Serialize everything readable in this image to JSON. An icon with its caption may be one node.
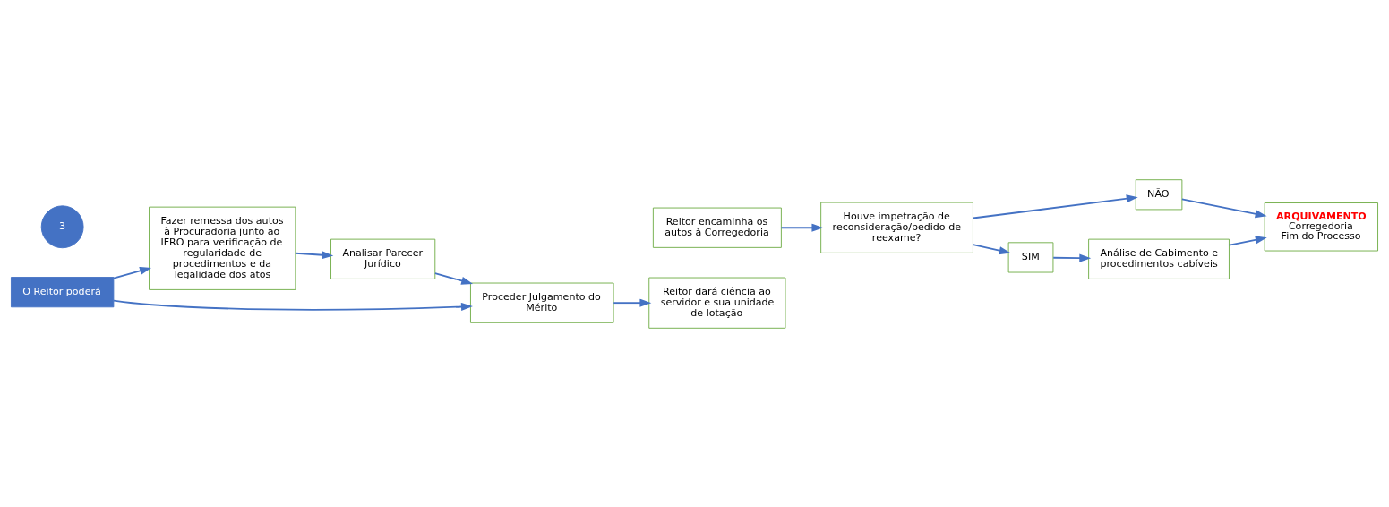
{
  "diagram": {
    "nodes": [
      {
        "text": [
          "O Reitor poderá"
        ]
      },
      {
        "text": [
          "3"
        ]
      },
      {
        "text": [
          "Fazer remessa dos autos à Procuradoria junto ao IFRO para verificação de regularidade de procedimentos e da legalidade dos atos"
        ]
      },
      {
        "text": [
          "Analisar Parecer Jurídico"
        ]
      },
      {
        "text": [
          "Proceder Julgamento do Mérito"
        ]
      },
      {
        "text": [
          "Reitor dará ciência ao servidor e sua unidade de lotação"
        ]
      },
      {
        "text": [
          "Reitor encaminha os autos à Corregedoria"
        ]
      },
      {
        "text": [
          "Houve impetração de reconsideração/pedido de reexame?"
        ]
      },
      {
        "text": [
          "NÃO"
        ]
      },
      {
        "text": [
          "ARQUIVAMENTO",
          "Corregedoria",
          "Fim do Processo"
        ]
      },
      {
        "text": [
          "SIM"
        ]
      },
      {
        "text": [
          "Análise de Cabimento e procedimentos cabíveis"
        ]
      }
    ],
    "edges": [
      {
        "from": 0,
        "to": 2,
        "arrow": "to"
      },
      {
        "from": 0,
        "to": 4,
        "arrow": "to"
      },
      {
        "from": 2,
        "to": 3,
        "arrow": "to"
      },
      {
        "from": 3,
        "to": 4,
        "arrow": "to"
      },
      {
        "from": 4,
        "to": 5,
        "arrow": "to"
      },
      {
        "from": 6,
        "to": 7,
        "arrow": "to"
      },
      {
        "from": 7,
        "to": 8,
        "arrow": "to"
      },
      {
        "from": 8,
        "to": 9,
        "arrow": "to"
      },
      {
        "from": 7,
        "to": 10,
        "arrow": "to"
      },
      {
        "from": 10,
        "to": 11,
        "arrow": "to"
      },
      {
        "from": 11,
        "to": 9,
        "arrow": "to"
      }
    ]
  }
}
